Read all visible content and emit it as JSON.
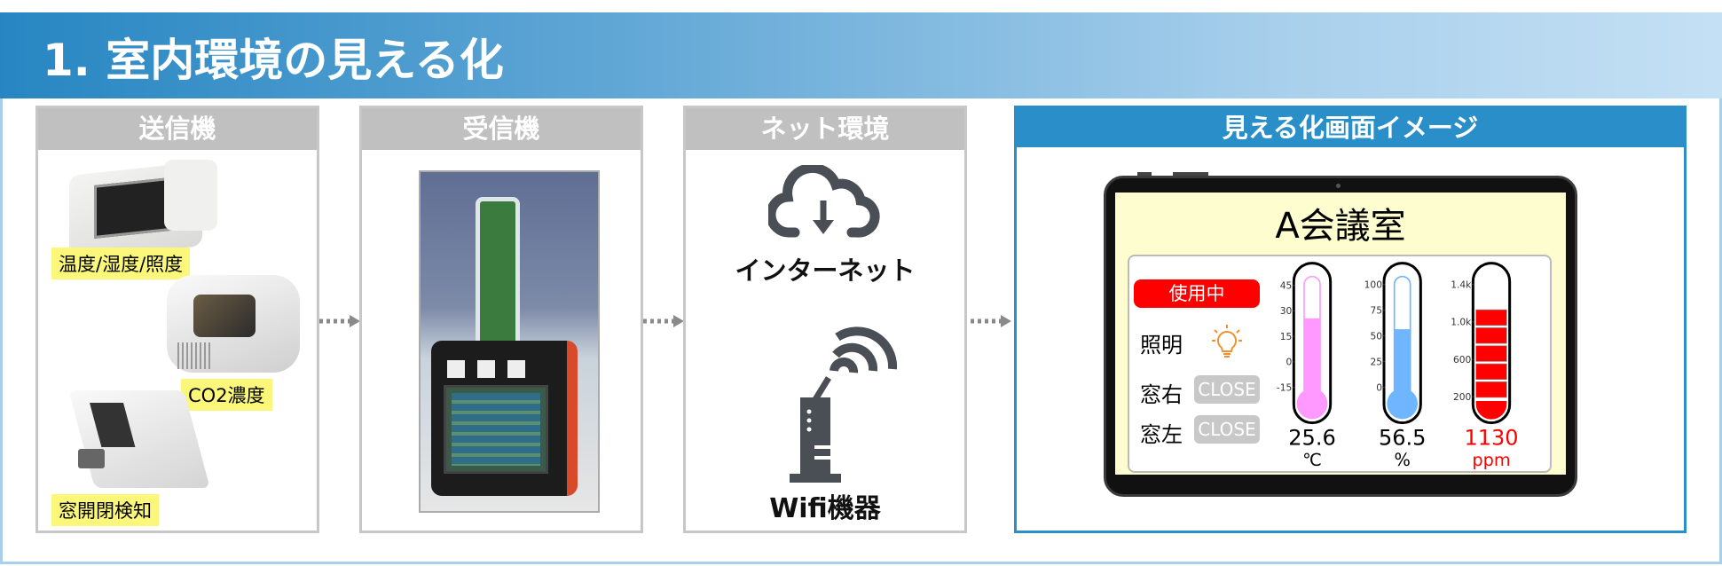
{
  "header": {
    "title": "1. 室内環境の見える化"
  },
  "panels": [
    {
      "title": "送信機",
      "labels": [
        "温度/湿度/照度",
        "CO2濃度",
        "窓開閉検知"
      ]
    },
    {
      "title": "受信機"
    },
    {
      "title": "ネット環境",
      "internet_label": "インターネット",
      "wifi_label": "Wifi機器"
    },
    {
      "title": "見える化画面イメージ"
    }
  ],
  "dashboard": {
    "room": "A会議室",
    "status": "使用中",
    "light_label": "照明",
    "window_right_label": "窓右",
    "window_right_state": "CLOSE",
    "window_left_label": "窓左",
    "window_left_state": "CLOSE",
    "gauges": [
      {
        "name": "temperature",
        "value": 25.6,
        "value_text": "25.6",
        "unit": "℃",
        "min": -15,
        "max": 45,
        "ticks": [
          "45",
          "30",
          "15",
          "0",
          "-15"
        ],
        "color": "#ff99ff"
      },
      {
        "name": "humidity",
        "value": 56.5,
        "value_text": "56.5",
        "unit": "%",
        "min": 0,
        "max": 100,
        "ticks": [
          "100",
          "75",
          "50",
          "25",
          "0"
        ],
        "color": "#6fb5ff"
      },
      {
        "name": "co2",
        "value": 1130,
        "value_text": "1130",
        "unit": "ppm",
        "min": 200,
        "max": 1400,
        "ticks": [
          "1.4k",
          "1.0k",
          "600",
          "200"
        ],
        "color": "#ff0000"
      }
    ]
  },
  "colors": {
    "accent": "#2a8fc8",
    "status_red": "#ff0000",
    "label_yellow": "#fbf77a"
  }
}
